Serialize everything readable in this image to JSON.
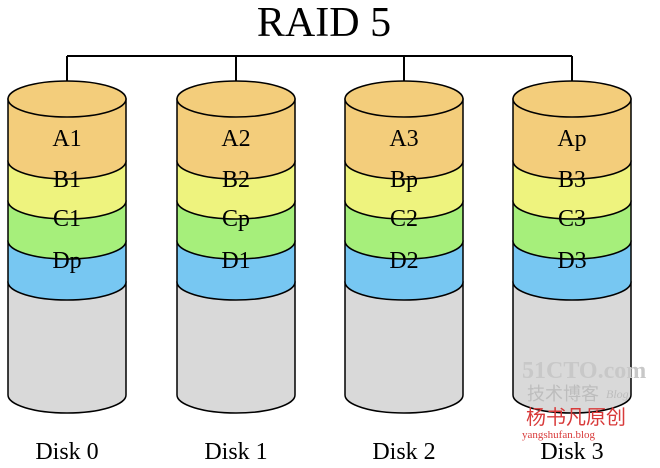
{
  "title": "RAID 5",
  "colors": {
    "line": "#000000",
    "A": "#f3cd7b",
    "B": "#eef37e",
    "C": "#a6ef7b",
    "D": "#77c7f2",
    "empty": "#d9d9d9",
    "watermark_main": "#bfbfbf",
    "watermark_red": "#d83a3a"
  },
  "disks": [
    {
      "label": "Disk 0",
      "blocks": [
        "A1",
        "B1",
        "C1",
        "Dp"
      ]
    },
    {
      "label": "Disk 1",
      "blocks": [
        "A2",
        "B2",
        "Cp",
        "D1"
      ]
    },
    {
      "label": "Disk 2",
      "blocks": [
        "A3",
        "Bp",
        "C2",
        "D2"
      ]
    },
    {
      "label": "Disk 3",
      "blocks": [
        "Ap",
        "B3",
        "C3",
        "D3"
      ]
    }
  ],
  "watermark": {
    "line1": "51CTO.com",
    "line2": "技术博客",
    "line2b": "Blog",
    "line3": "杨书凡原创",
    "line4": "yangshufan.blog"
  }
}
